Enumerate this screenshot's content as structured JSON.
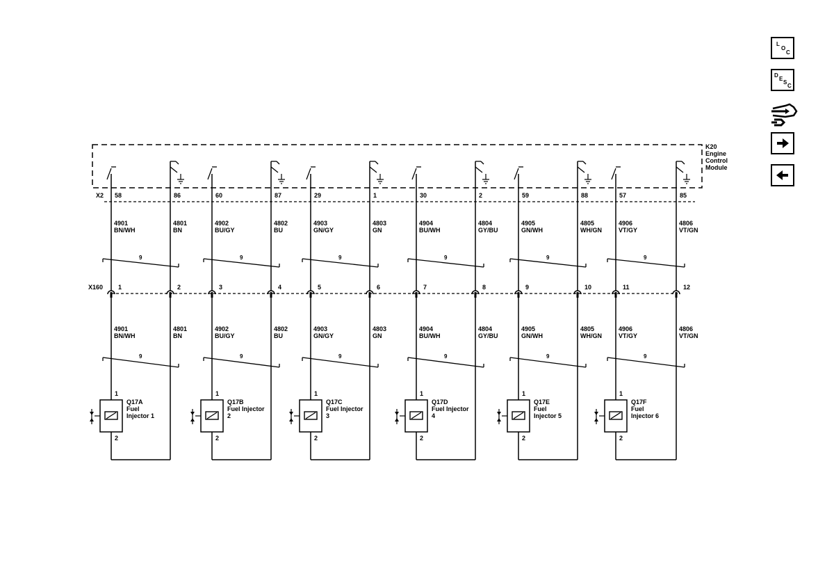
{
  "module": {
    "name": "K20",
    "label_lines": [
      "Engine",
      "Control",
      "Module"
    ]
  },
  "connector_top": "X2",
  "connector_mid": "X160",
  "twist_count": "9",
  "nav": {
    "loc": {
      "l1": "L",
      "l2": "O",
      "l3": "C"
    },
    "desc": {
      "l1": "D",
      "l2": "E",
      "l3": "S",
      "l4": "C"
    },
    "colors": {
      "fg": "#000000",
      "bg": "#ffffff"
    }
  },
  "pairs": [
    {
      "signal": {
        "pin_top": "58",
        "pin_mid": "1",
        "circuit": "4901",
        "color": "BN/WH"
      },
      "ground": {
        "pin_top": "86",
        "pin_mid": "2",
        "circuit": "4801",
        "color": "BN"
      },
      "injector": {
        "ref": "Q17A",
        "lines": [
          "Fuel",
          "Injector 1"
        ],
        "pin1": "1",
        "pin2": "2"
      }
    },
    {
      "signal": {
        "pin_top": "60",
        "pin_mid": "3",
        "circuit": "4902",
        "color": "BU/GY"
      },
      "ground": {
        "pin_top": "87",
        "pin_mid": "4",
        "circuit": "4802",
        "color": "BU"
      },
      "injector": {
        "ref": "Q17B",
        "lines": [
          "Fuel Injector",
          "2"
        ],
        "pin1": "1",
        "pin2": "2"
      }
    },
    {
      "signal": {
        "pin_top": "29",
        "pin_mid": "5",
        "circuit": "4903",
        "color": "GN/GY"
      },
      "ground": {
        "pin_top": "1",
        "pin_mid": "6",
        "circuit": "4803",
        "color": "GN"
      },
      "injector": {
        "ref": "Q17C",
        "lines": [
          "Fuel Injector",
          "3"
        ],
        "pin1": "1",
        "pin2": "2"
      }
    },
    {
      "signal": {
        "pin_top": "30",
        "pin_mid": "7",
        "circuit": "4904",
        "color": "BU/WH"
      },
      "ground": {
        "pin_top": "2",
        "pin_mid": "8",
        "circuit": "4804",
        "color": "GY/BU"
      },
      "injector": {
        "ref": "Q17D",
        "lines": [
          "Fuel Injector",
          "4"
        ],
        "pin1": "1",
        "pin2": "2"
      }
    },
    {
      "signal": {
        "pin_top": "59",
        "pin_mid": "9",
        "circuit": "4905",
        "color": "GN/WH"
      },
      "ground": {
        "pin_top": "88",
        "pin_mid": "10",
        "circuit": "4805",
        "color": "WH/GN"
      },
      "injector": {
        "ref": "Q17E",
        "lines": [
          "Fuel",
          "Injector 5"
        ],
        "pin1": "1",
        "pin2": "2"
      }
    },
    {
      "signal": {
        "pin_top": "57",
        "pin_mid": "11",
        "circuit": "4906",
        "color": "VT/GY"
      },
      "ground": {
        "pin_top": "85",
        "pin_mid": "12",
        "circuit": "4806",
        "color": "VT/GN"
      },
      "injector": {
        "ref": "Q17F",
        "lines": [
          "Fuel",
          "Injector 6"
        ],
        "pin1": "1",
        "pin2": "2"
      }
    }
  ]
}
